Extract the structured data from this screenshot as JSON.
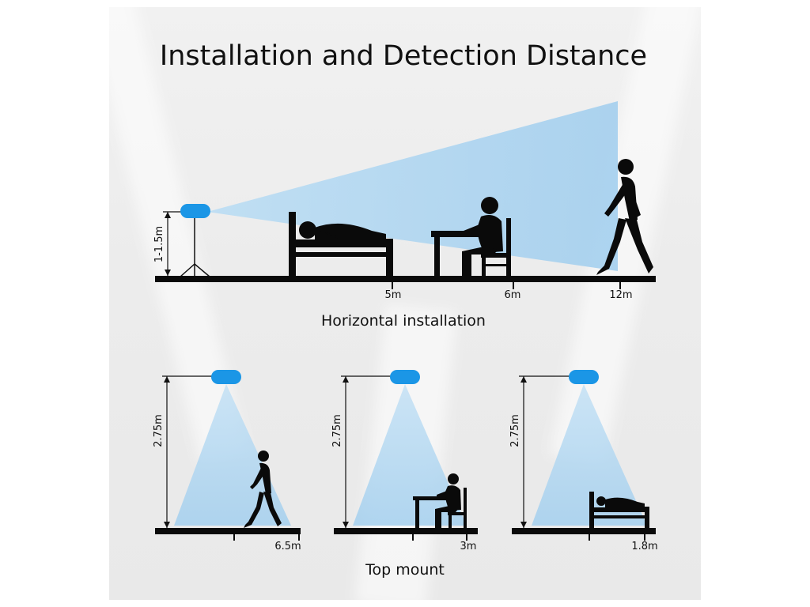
{
  "title": "Installation and Detection Distance",
  "horizontal": {
    "caption": "Horizontal installation",
    "height_label": "1-1.5m",
    "distances": [
      "5m",
      "6m",
      "12m"
    ]
  },
  "top_mount": {
    "caption": "Top mount",
    "panels": [
      {
        "height_label": "2.75m",
        "distance_label": "6.5m"
      },
      {
        "height_label": "2.75m",
        "distance_label": "3m"
      },
      {
        "height_label": "2.75m",
        "distance_label": "1.8m"
      }
    ]
  },
  "colors": {
    "sensor": "#1b96e6",
    "detection_zone": "#9fcdee",
    "silhouette": "#0a0a0a"
  },
  "icons": [
    "radar-sensor-icon",
    "walking-person-icon",
    "seated-person-icon",
    "sleeping-person-icon",
    "bed-icon",
    "desk-icon",
    "chair-icon",
    "tripod-stand-icon"
  ]
}
